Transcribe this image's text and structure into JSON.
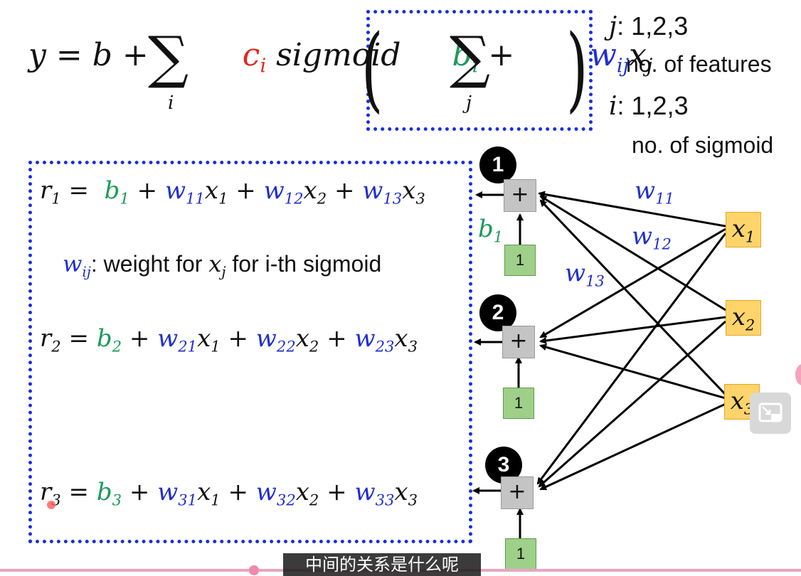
{
  "formula": {
    "y": "y",
    "eq": "=",
    "b": "b",
    "plus": "+",
    "sum_sub_i": "i",
    "c": "c",
    "c_sub": "i",
    "sigmoid": "sigmoid",
    "bi": "b",
    "bi_sub": "i",
    "sum_sub_j": "j",
    "w": "w",
    "w_sub": "ij",
    "x": "x",
    "x_sub": "j"
  },
  "side_labels": {
    "j_var": "j",
    "j_values": ": 1,2,3",
    "features": "no. of features",
    "i_var": "i",
    "i_values": ": 1,2,3",
    "sigmoids": "no. of sigmoid"
  },
  "equations": [
    {
      "r": "r",
      "n": "1",
      "b": "b",
      "terms": [
        [
          "w",
          "11",
          "x",
          "1"
        ],
        [
          "w",
          "12",
          "x",
          "2"
        ],
        [
          "w",
          "13",
          "x",
          "3"
        ]
      ]
    },
    {
      "r": "r",
      "n": "2",
      "b": "b",
      "terms": [
        [
          "w",
          "21",
          "x",
          "1"
        ],
        [
          "w",
          "22",
          "x",
          "2"
        ],
        [
          "w",
          "23",
          "x",
          "3"
        ]
      ]
    },
    {
      "r": "r",
      "n": "3",
      "b": "b",
      "terms": [
        [
          "w",
          "31",
          "x",
          "1"
        ],
        [
          "w",
          "32",
          "x",
          "2"
        ],
        [
          "w",
          "33",
          "x",
          "3"
        ]
      ]
    }
  ],
  "weight_note": {
    "w": "w",
    "w_sub": "ij",
    "text1": ": weight for ",
    "x": "x",
    "x_sub": "j",
    "text2": " for i-th sigmoid"
  },
  "network": {
    "node_numbers": [
      "1",
      "2",
      "3"
    ],
    "plus": "+",
    "bias_input": "1",
    "inputs": [
      {
        "x": "x",
        "sub": "1"
      },
      {
        "x": "x",
        "sub": "2"
      },
      {
        "x": "x",
        "sub": "3"
      }
    ],
    "weight_labels": [
      {
        "w": "w",
        "sub": "11"
      },
      {
        "w": "w",
        "sub": "12"
      },
      {
        "w": "w",
        "sub": "13"
      }
    ],
    "bias_label": {
      "b": "b",
      "sub": "1"
    }
  },
  "colors": {
    "bias": "#1a9a5a",
    "weight": "#1f2fd0",
    "c": "#e0281e",
    "dotted_box": "#1a2fdc",
    "input_box": "#ffd46a",
    "bias_box": "#9fd08a"
  },
  "subtitle": "中间的关系是什么呢",
  "icons": [
    "picture-in-picture-icon"
  ]
}
